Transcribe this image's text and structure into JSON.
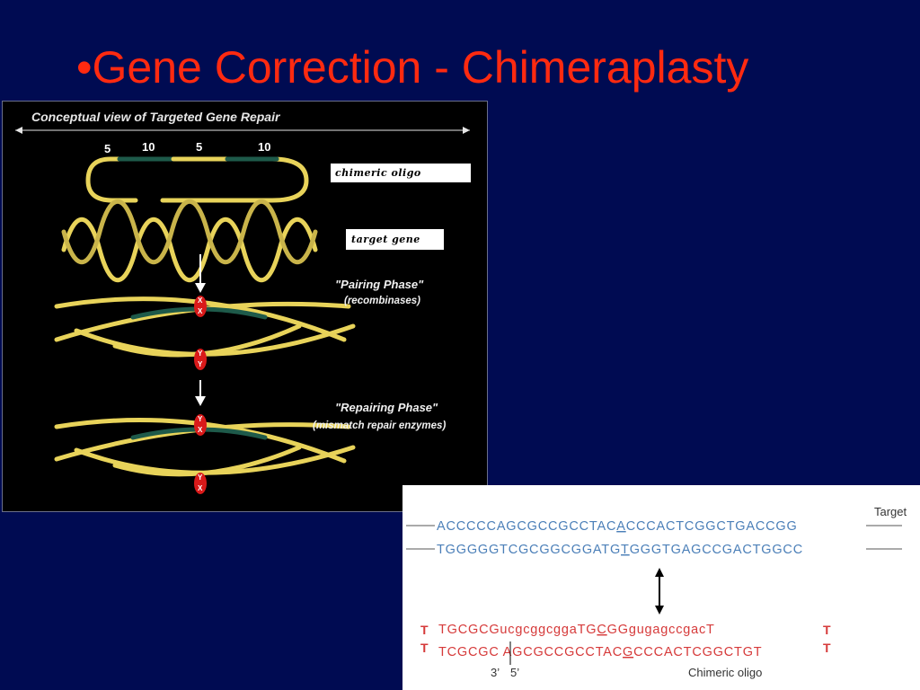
{
  "slide": {
    "title": "•Gene Correction - Chimeraplasty"
  },
  "figure_left": {
    "heading": "Conceptual view of Targeted Gene Repair",
    "segment_numbers": [
      "5",
      "10",
      "5",
      "10"
    ],
    "label_oligo": "chimeric oligo",
    "label_target": "target gene",
    "pairing_phase": "\"Pairing Phase\"",
    "pairing_sub": "(recombinases)",
    "repairing_phase": "\"Repairing Phase\"",
    "repairing_sub": "(mismatch repair enzymes)",
    "markers": {
      "x": "X",
      "y": "Y"
    },
    "colors": {
      "strand": "#e8d35a",
      "segment": "#1e5a4a",
      "marker": "#d91a1a"
    }
  },
  "figure_right": {
    "target_label": "Target",
    "target_top_a": "ACCCCCAGCGCCGCCTAC",
    "target_top_b": "A",
    "target_top_c": "CCCACTCGGCTGACCGG",
    "target_bottom_a": "TGGGGGTCGCGGCGGATG",
    "target_bottom_b": "T",
    "target_bottom_c": "GGGTGAGCCGACTGGCC",
    "oligo_top_a": "TGCGCGucgcggcgga",
    "oligo_top_b": "TG",
    "oligo_top_c": "C",
    "oligo_top_d": "GGgugagccgac",
    "oligo_top_e": "T",
    "oligo_bottom_a": "TCGCGC",
    "oligo_bottom_b": "AGCGCCGCCTAC",
    "oligo_bottom_c": "G",
    "oligo_bottom_d": "CCCACTCGGC",
    "oligo_bottom_e": "TGT",
    "hairpin_t": "T",
    "end_3": "3’",
    "end_5": "5’",
    "oligo_label": "Chimeric oligo"
  }
}
